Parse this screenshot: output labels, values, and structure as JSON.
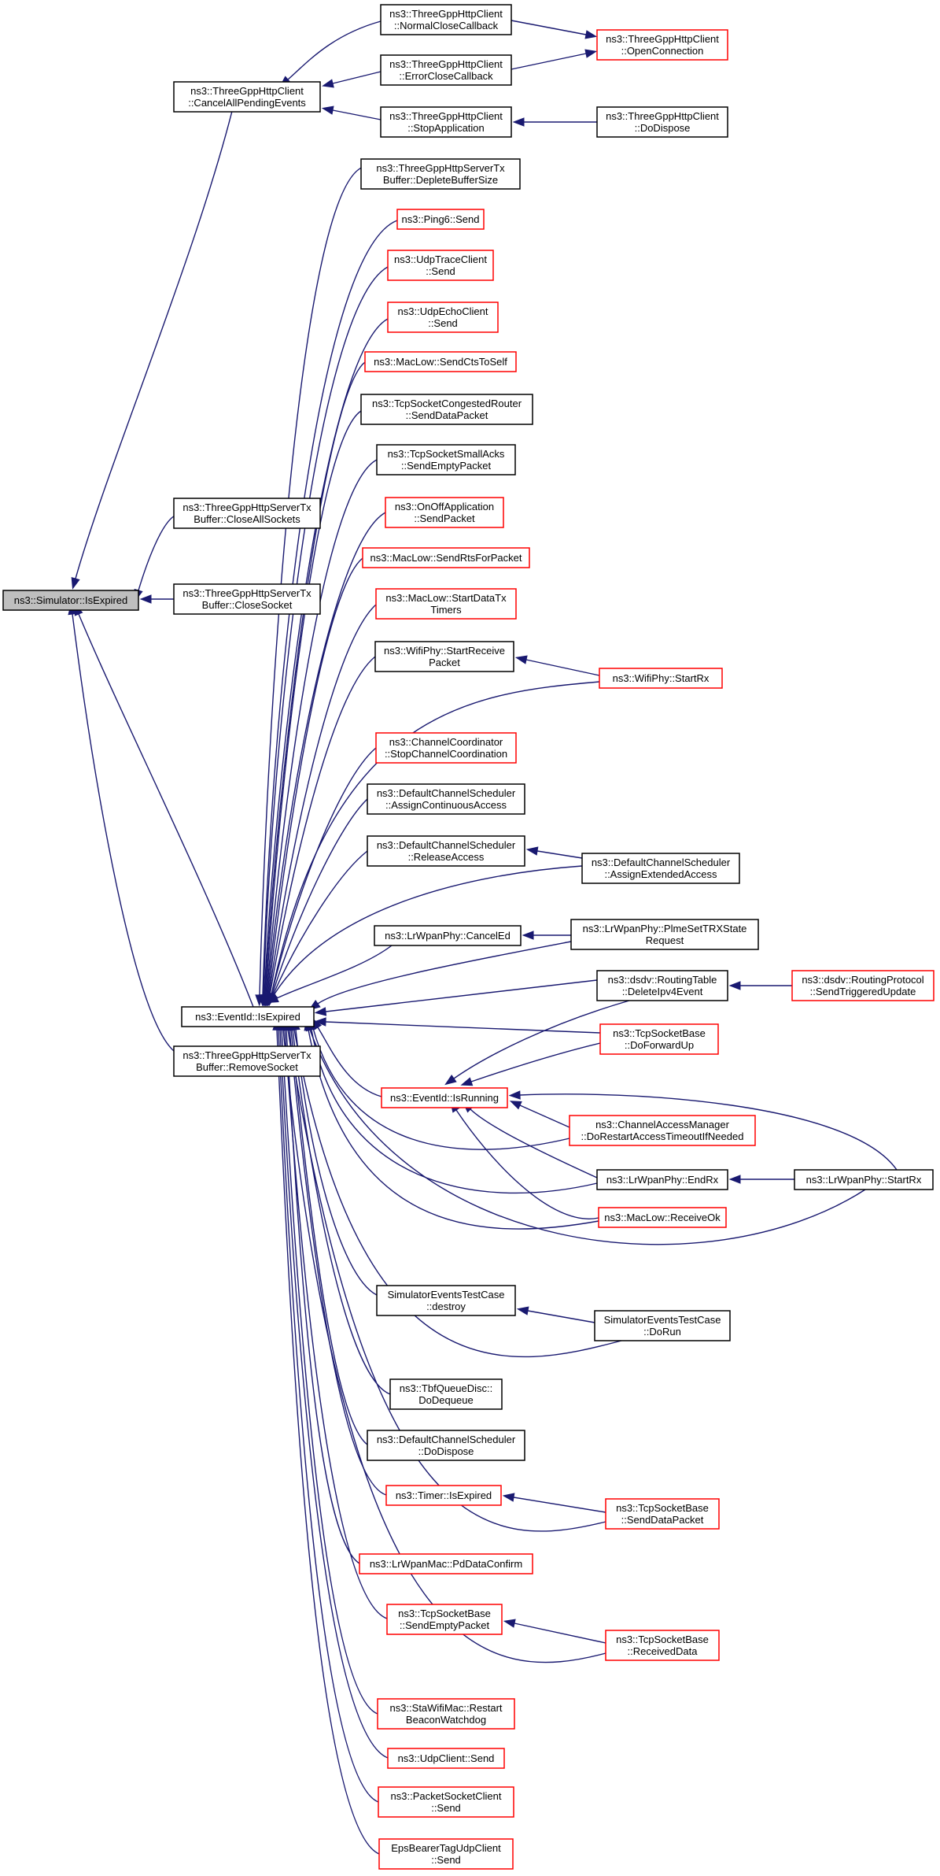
{
  "colors": {
    "edge": "#191970",
    "border_normal": "#000000",
    "border_red": "#ff0000",
    "fill_normal": "#ffffff",
    "fill_root": "#bfbfbf"
  },
  "nodes": [
    {
      "id": "root",
      "lines": [
        "ns3::Simulator::IsExpired"
      ],
      "style": "root"
    },
    {
      "id": "cancelAll",
      "lines": [
        "ns3::ThreeGppHttpClient",
        "::CancelAllPendingEvents"
      ],
      "style": "normal"
    },
    {
      "id": "closeAll",
      "lines": [
        "ns3::ThreeGppHttpServerTx",
        "Buffer::CloseAllSockets"
      ],
      "style": "normal"
    },
    {
      "id": "closeSock",
      "lines": [
        "ns3::ThreeGppHttpServerTx",
        "Buffer::CloseSocket"
      ],
      "style": "normal"
    },
    {
      "id": "eventIdExp",
      "lines": [
        "ns3::EventId::IsExpired"
      ],
      "style": "normal"
    },
    {
      "id": "removeSock",
      "lines": [
        "ns3::ThreeGppHttpServerTx",
        "Buffer::RemoveSocket"
      ],
      "style": "normal"
    },
    {
      "id": "normalClose",
      "lines": [
        "ns3::ThreeGppHttpClient",
        "::NormalCloseCallback"
      ],
      "style": "normal"
    },
    {
      "id": "errorClose",
      "lines": [
        "ns3::ThreeGppHttpClient",
        "::ErrorCloseCallback"
      ],
      "style": "normal"
    },
    {
      "id": "stopApp",
      "lines": [
        "ns3::ThreeGppHttpClient",
        "::StopApplication"
      ],
      "style": "normal"
    },
    {
      "id": "openConn",
      "lines": [
        "ns3::ThreeGppHttpClient",
        "::OpenConnection"
      ],
      "style": "red"
    },
    {
      "id": "doDisposeHttp",
      "lines": [
        "ns3::ThreeGppHttpClient",
        "::DoDispose"
      ],
      "style": "normal"
    },
    {
      "id": "deplete",
      "lines": [
        "ns3::ThreeGppHttpServerTx",
        "Buffer::DepleteBufferSize"
      ],
      "style": "normal"
    },
    {
      "id": "ping6",
      "lines": [
        "ns3::Ping6::Send"
      ],
      "style": "red"
    },
    {
      "id": "udpTrace",
      "lines": [
        "ns3::UdpTraceClient",
        "::Send"
      ],
      "style": "red"
    },
    {
      "id": "udpEcho",
      "lines": [
        "ns3::UdpEchoClient",
        "::Send"
      ],
      "style": "red"
    },
    {
      "id": "sendCts",
      "lines": [
        "ns3::MacLow::SendCtsToSelf"
      ],
      "style": "red"
    },
    {
      "id": "tcpCong",
      "lines": [
        "ns3::TcpSocketCongestedRouter",
        "::SendDataPacket"
      ],
      "style": "normal"
    },
    {
      "id": "tcpSmall",
      "lines": [
        "ns3::TcpSocketSmallAcks",
        "::SendEmptyPacket"
      ],
      "style": "normal"
    },
    {
      "id": "onoff",
      "lines": [
        "ns3::OnOffApplication",
        "::SendPacket"
      ],
      "style": "red"
    },
    {
      "id": "sendRts",
      "lines": [
        "ns3::MacLow::SendRtsForPacket"
      ],
      "style": "red"
    },
    {
      "id": "startDataTx",
      "lines": [
        "ns3::MacLow::StartDataTx",
        "Timers"
      ],
      "style": "red"
    },
    {
      "id": "wifiStartRecv",
      "lines": [
        "ns3::WifiPhy::StartReceive",
        "Packet"
      ],
      "style": "normal"
    },
    {
      "id": "wifiStartRx",
      "lines": [
        "ns3::WifiPhy::StartRx"
      ],
      "style": "red"
    },
    {
      "id": "chanCoord",
      "lines": [
        "ns3::ChannelCoordinator",
        "::StopChannelCoordination"
      ],
      "style": "red"
    },
    {
      "id": "assignCont",
      "lines": [
        "ns3::DefaultChannelScheduler",
        "::AssignContinuousAccess"
      ],
      "style": "normal"
    },
    {
      "id": "releaseAcc",
      "lines": [
        "ns3::DefaultChannelScheduler",
        "::ReleaseAccess"
      ],
      "style": "normal"
    },
    {
      "id": "assignExt",
      "lines": [
        "ns3::DefaultChannelScheduler",
        "::AssignExtendedAccess"
      ],
      "style": "normal"
    },
    {
      "id": "lrCancelEd",
      "lines": [
        "ns3::LrWpanPhy::CancelEd"
      ],
      "style": "normal"
    },
    {
      "id": "plmeSet",
      "lines": [
        "ns3::LrWpanPhy::PlmeSetTRXState",
        "Request"
      ],
      "style": "normal"
    },
    {
      "id": "dsdvDelete",
      "lines": [
        "ns3::dsdv::RoutingTable",
        "::DeleteIpv4Event"
      ],
      "style": "normal"
    },
    {
      "id": "dsdvSend",
      "lines": [
        "ns3::dsdv::RoutingProtocol",
        "::SendTriggeredUpdate"
      ],
      "style": "red"
    },
    {
      "id": "tcpFwd",
      "lines": [
        "ns3::TcpSocketBase",
        "::DoForwardUp"
      ],
      "style": "red"
    },
    {
      "id": "isRunning",
      "lines": [
        "ns3::EventId::IsRunning"
      ],
      "style": "red"
    },
    {
      "id": "chanAccMgr",
      "lines": [
        "ns3::ChannelAccessManager",
        "::DoRestartAccessTimeoutIfNeeded"
      ],
      "style": "red"
    },
    {
      "id": "lrEndRx",
      "lines": [
        "ns3::LrWpanPhy::EndRx"
      ],
      "style": "normal"
    },
    {
      "id": "lrStartRx",
      "lines": [
        "ns3::LrWpanPhy::StartRx"
      ],
      "style": "normal"
    },
    {
      "id": "macRecvOk",
      "lines": [
        "ns3::MacLow::ReceiveOk"
      ],
      "style": "red"
    },
    {
      "id": "simDestroy",
      "lines": [
        "SimulatorEventsTestCase",
        "::destroy"
      ],
      "style": "normal"
    },
    {
      "id": "simDoRun",
      "lines": [
        "SimulatorEventsTestCase",
        "::DoRun"
      ],
      "style": "normal"
    },
    {
      "id": "tbf",
      "lines": [
        "ns3::TbfQueueDisc::",
        "DoDequeue"
      ],
      "style": "normal"
    },
    {
      "id": "defDispose",
      "lines": [
        "ns3::DefaultChannelScheduler",
        "::DoDispose"
      ],
      "style": "normal"
    },
    {
      "id": "timerExp",
      "lines": [
        "ns3::Timer::IsExpired"
      ],
      "style": "red"
    },
    {
      "id": "tcpSendData",
      "lines": [
        "ns3::TcpSocketBase",
        "::SendDataPacket"
      ],
      "style": "red"
    },
    {
      "id": "pdData",
      "lines": [
        "ns3::LrWpanMac::PdDataConfirm"
      ],
      "style": "red"
    },
    {
      "id": "tcpSendEmpty",
      "lines": [
        "ns3::TcpSocketBase",
        "::SendEmptyPacket"
      ],
      "style": "red"
    },
    {
      "id": "tcpRecvData",
      "lines": [
        "ns3::TcpSocketBase",
        "::ReceivedData"
      ],
      "style": "red"
    },
    {
      "id": "staRestart",
      "lines": [
        "ns3::StaWifiMac::Restart",
        "BeaconWatchdog"
      ],
      "style": "red"
    },
    {
      "id": "udpClient",
      "lines": [
        "ns3::UdpClient::Send"
      ],
      "style": "red"
    },
    {
      "id": "pktSock",
      "lines": [
        "ns3::PacketSocketClient",
        "::Send"
      ],
      "style": "red"
    },
    {
      "id": "epsBearer",
      "lines": [
        "EpsBearerTagUdpClient",
        "::Send"
      ],
      "style": "red"
    }
  ]
}
